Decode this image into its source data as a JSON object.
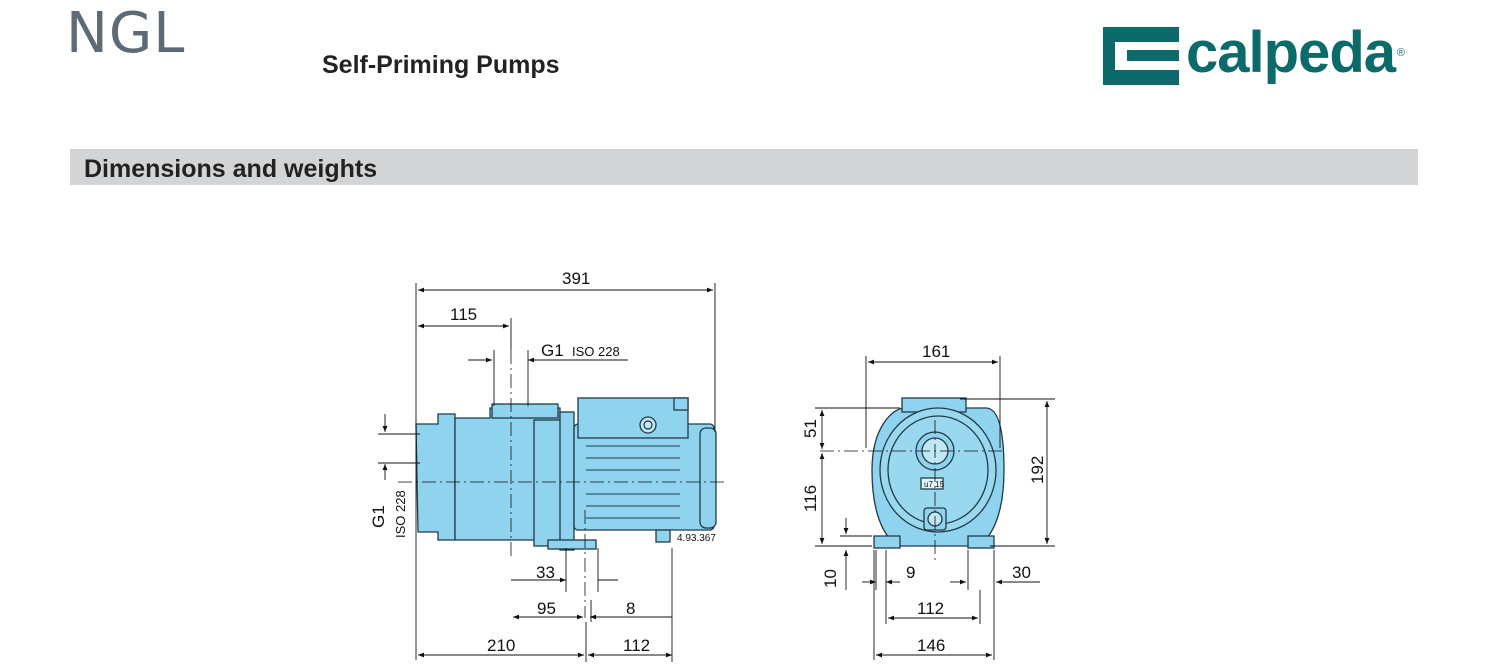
{
  "header": {
    "series": "NGL",
    "subtitle": "Self-Priming Pumps",
    "logo_text": "calpeda",
    "logo_reg": "®"
  },
  "section": {
    "title": "Dimensions and weights"
  },
  "drawing": {
    "side_view": {
      "overall_length": "391",
      "inlet_offset": "115",
      "top_port_label": "G1",
      "top_port_std": "ISO 228",
      "side_port_label": "G1",
      "side_port_std": "ISO 228",
      "foot_width": "33",
      "foot_offset": "95",
      "foot_gap": "8",
      "base_front": "210",
      "base_rear": "112",
      "drawing_code": "4.93.367"
    },
    "front_view": {
      "width": "161",
      "height": "192",
      "port_height": "51",
      "shaft_height": "116",
      "foot_thickness": "10",
      "slot": "9",
      "foot_length": "30",
      "hole_spacing": "112",
      "base_width": "146",
      "plate_text": "u7 15"
    }
  },
  "colors": {
    "pump": "#8fd3ee",
    "pump_outline": "#1f3b48",
    "brand": "#0c6b6a",
    "section_bg": "#d3d4d5"
  }
}
